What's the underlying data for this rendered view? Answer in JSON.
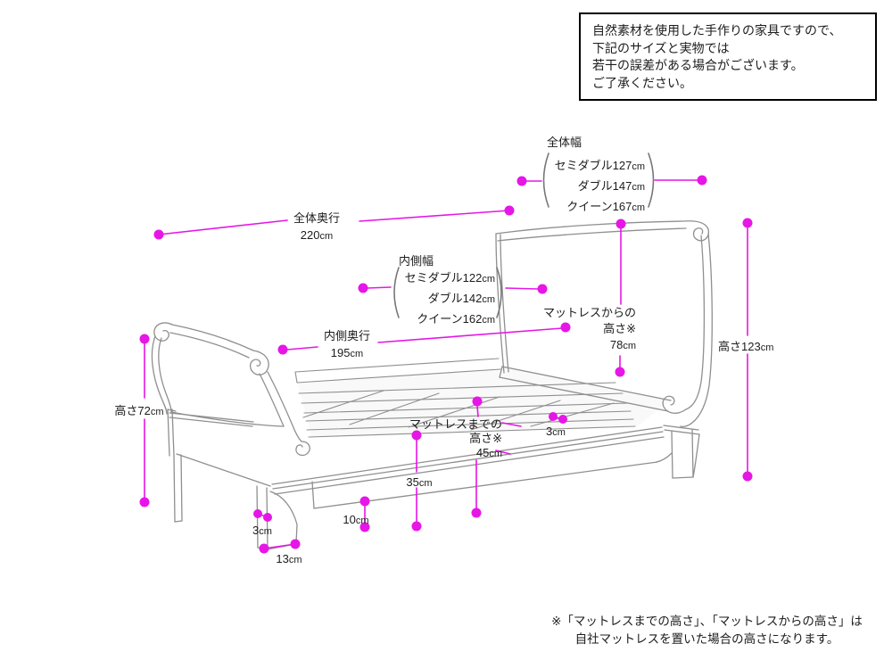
{
  "notice_box": {
    "lines": [
      "自然素材を使用した手作りの家具ですので、",
      "下記のサイズと実物では",
      "若干の誤差がある場合がございます。",
      "ご了承ください。"
    ]
  },
  "footnote": {
    "lines": [
      "※「マットレスまでの高さ」、「マットレスからの高さ」は",
      "自社マットレスを置いた場合の高さになります。"
    ]
  },
  "dimensions": {
    "zentai_haba": {
      "title": "全体幅",
      "sizes": [
        "セミダブル127cm",
        "ダブル147cm",
        "クイーン167cm"
      ]
    },
    "zentai_okuyuki": {
      "title": "全体奥行",
      "value": "220cm"
    },
    "uchigawa_haba": {
      "title": "内側幅",
      "sizes": [
        "セミダブル122cm",
        "ダブル142cm",
        "クイーン162cm"
      ]
    },
    "uchigawa_okuyuki": {
      "title": "内側奥行",
      "value": "195cm"
    },
    "mattress_kara": {
      "lines": [
        "マットレスからの",
        "高さ※",
        "78cm"
      ]
    },
    "mattress_made": {
      "lines": [
        "マットレスまでの",
        "高さ※",
        "45cm"
      ]
    },
    "takasa_right": "高さ123cm",
    "takasa_left": "高さ72cm",
    "labels": {
      "d35": "35cm",
      "d10": "10cm",
      "d3_right": "3cm",
      "d3_left": "3cm",
      "d13": "13cm"
    }
  },
  "colors": {
    "accent": "#e616e6",
    "drawing_line": "#8f8f8f"
  }
}
